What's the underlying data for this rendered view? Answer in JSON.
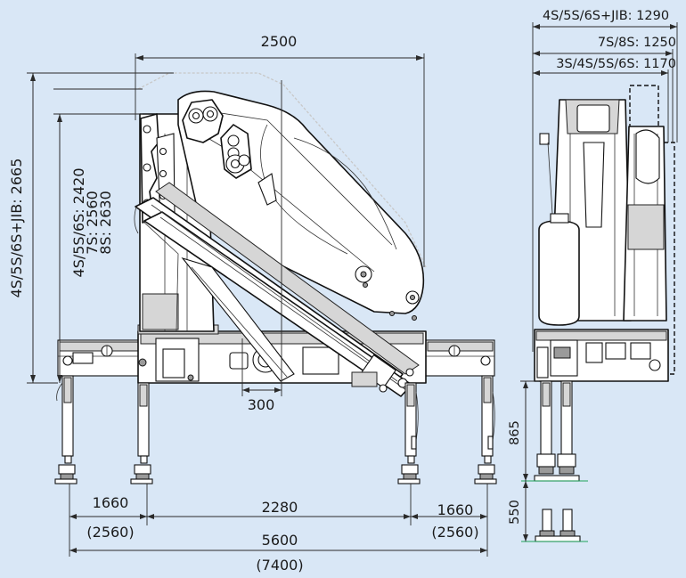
{
  "dimensions": {
    "top_width": "2500",
    "left_height": "4S/5S/6S+JIB: 2665",
    "inner_height_a": "4S/5S/6S: 2420",
    "inner_height_b": "7S: 2560",
    "inner_height_c": "8S: 2630",
    "center_offset": "300",
    "left_span": "1660",
    "left_span_ext": "(2560)",
    "middle_span": "2280",
    "right_span": "1660",
    "right_span_ext": "(2560)",
    "total_span": "5600",
    "total_span_ext": "(7400)",
    "side_width_jib": "4S/5S/6S+JIB: 1290",
    "side_width_78s": "7S/8S: 1250",
    "side_width_std": "3S/4S/5S/6S: 1170",
    "leg_height": "865",
    "leg_ext": "550"
  },
  "colors": {
    "background": "#d9e7f6",
    "guide": "#1ea35a",
    "line": "#1a1a1a"
  }
}
